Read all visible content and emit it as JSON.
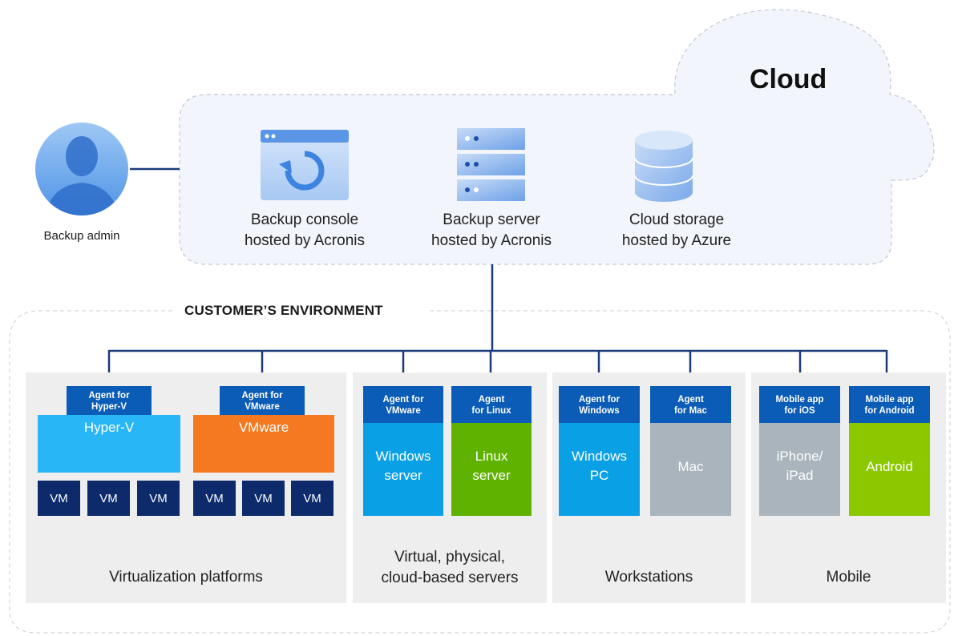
{
  "cloud": {
    "title": "Cloud",
    "services": [
      {
        "label": "Backup console\nhosted by Acronis",
        "icon": "backup-console-icon"
      },
      {
        "label": "Backup server\nhosted by Acronis",
        "icon": "server-rack-icon"
      },
      {
        "label": "Cloud storage\nhosted by Azure",
        "icon": "database-icon"
      }
    ]
  },
  "admin": {
    "label": "Backup admin",
    "icon": "user-avatar-icon"
  },
  "environment": {
    "title": "CUSTOMER’S ENVIRONMENT"
  },
  "groups": [
    {
      "label": "Virtualization platforms",
      "agents": [
        {
          "label": "Agent for\nHyper-V",
          "platform": "Hyper-V",
          "color": "#29b6f6",
          "vms": [
            "VM",
            "VM",
            "VM"
          ]
        },
        {
          "label": "Agent for\nVMware",
          "platform": "VMware",
          "color": "#f47920",
          "vms": [
            "VM",
            "VM",
            "VM"
          ]
        }
      ]
    },
    {
      "label": "Virtual, physical,\ncloud-based servers",
      "agents": [
        {
          "label": "Agent for\nVMware",
          "platform": "Windows\nserver",
          "color": "#0aa0e6"
        },
        {
          "label": "Agent\nfor Linux",
          "platform": "Linux\nserver",
          "color": "#5fb200"
        }
      ]
    },
    {
      "label": "Workstations",
      "agents": [
        {
          "label": "Agent for\nWindows",
          "platform": "Windows\nPC",
          "color": "#0aa0e6"
        },
        {
          "label": "Agent\nfor Mac",
          "platform": "Mac",
          "color": "#a9b4bc"
        }
      ]
    },
    {
      "label": "Mobile",
      "agents": [
        {
          "label": "Mobile app\nfor iOS",
          "platform": "iPhone/\niPad",
          "color": "#a9b4bc"
        },
        {
          "label": "Mobile app\nfor Android",
          "platform": "Android",
          "color": "#8cc800"
        }
      ]
    }
  ],
  "colors": {
    "agent_bg": "#0b5cb6",
    "vm_bg": "#0d2b6b",
    "connector": "#1a3a7a",
    "cloud_fill": "#f2f5fb",
    "panel_bg": "#eeeeee"
  }
}
